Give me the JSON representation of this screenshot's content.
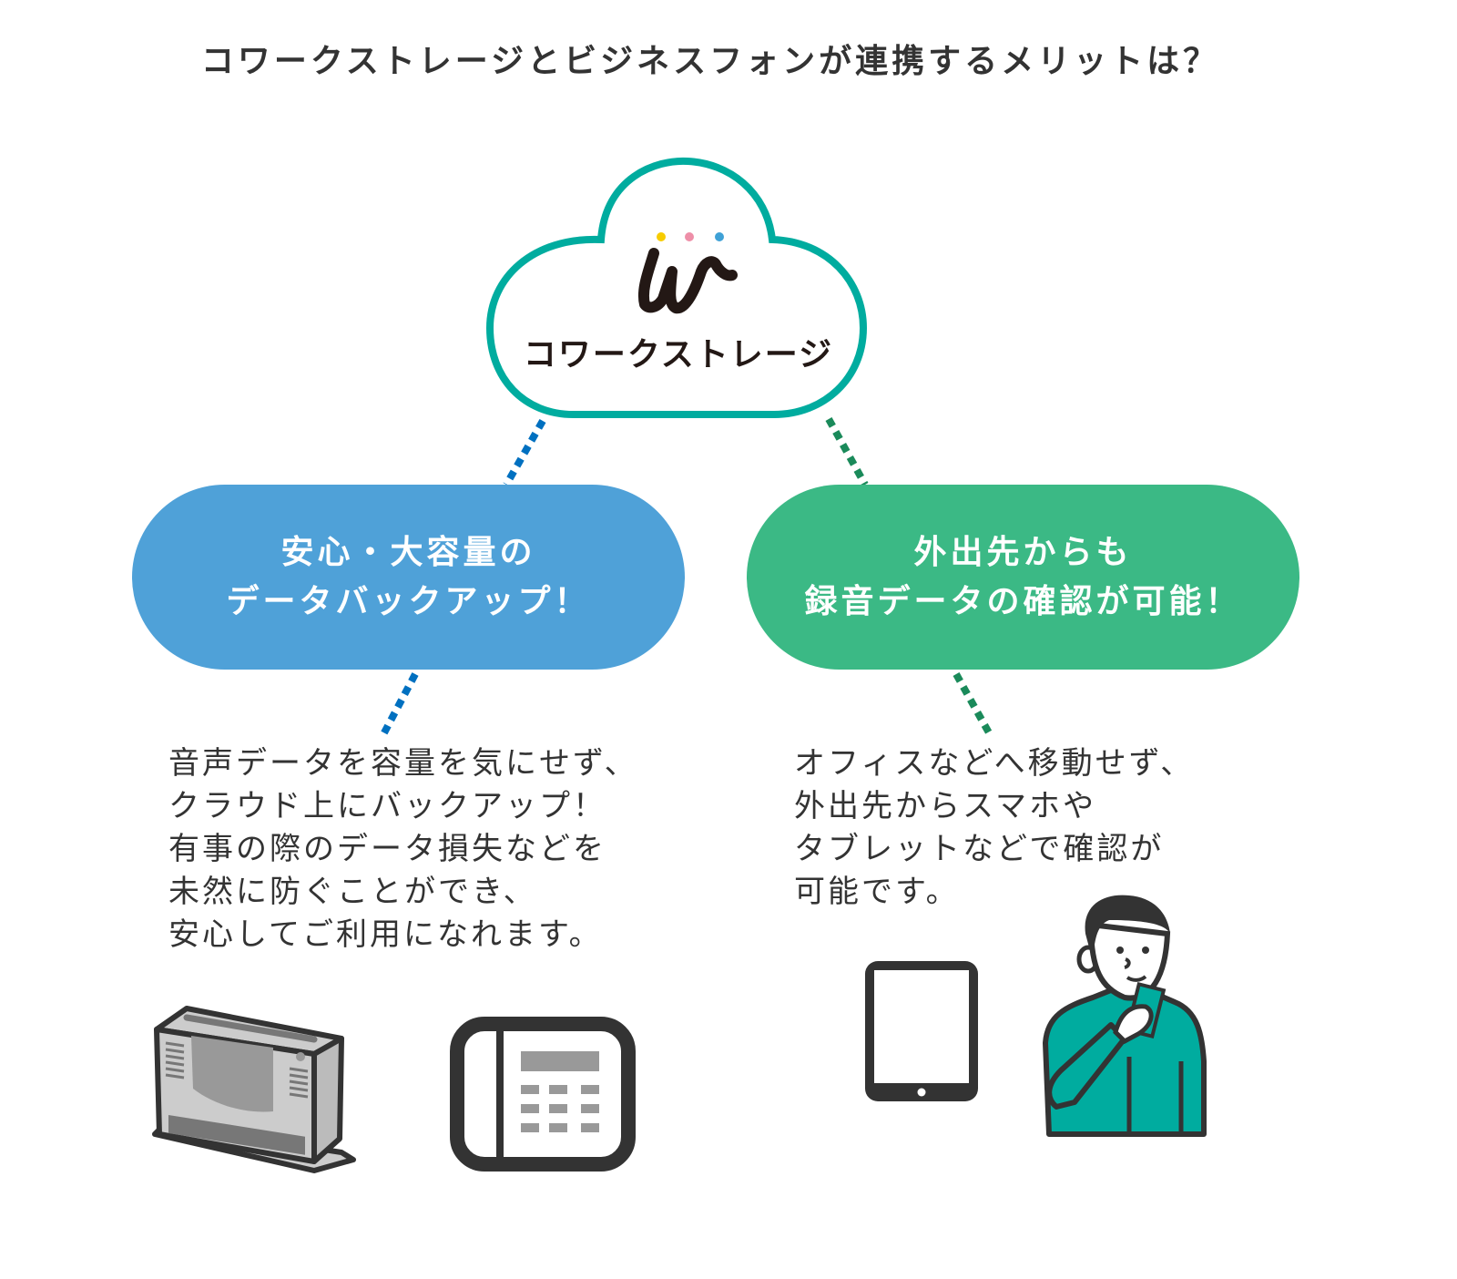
{
  "title": "コワークストレージとビジネスフォンが連携するメリットは？",
  "cloud": {
    "logo_text": "コワークストレージ",
    "colors": {
      "outline": "#00AC9F",
      "dot1": "#F7CC00",
      "dot2": "#EE8FA8",
      "dot3": "#3FA1D6"
    }
  },
  "left": {
    "heading_lines": [
      "安心・大容量の",
      "データバックアップ！"
    ],
    "description_lines": [
      "音声データを容量を気にせず、",
      "クラウド上にバックアップ！",
      "有事の際のデータ損失などを",
      "未然に防ぐことができ、",
      "安心してご利用になれます。"
    ],
    "color": "#4FA1D8",
    "icons": [
      "server-icon",
      "business-phone-icon"
    ]
  },
  "right": {
    "heading_lines": [
      "外出先からも",
      "録音データの確認が可能！"
    ],
    "description_lines": [
      "オフィスなどへ移動せず、",
      "外出先からスマホや",
      "タブレットなどで確認が",
      "可能です。"
    ],
    "color": "#3BB985",
    "icons": [
      "tablet-icon",
      "businessman-with-smartphone-icon"
    ]
  }
}
